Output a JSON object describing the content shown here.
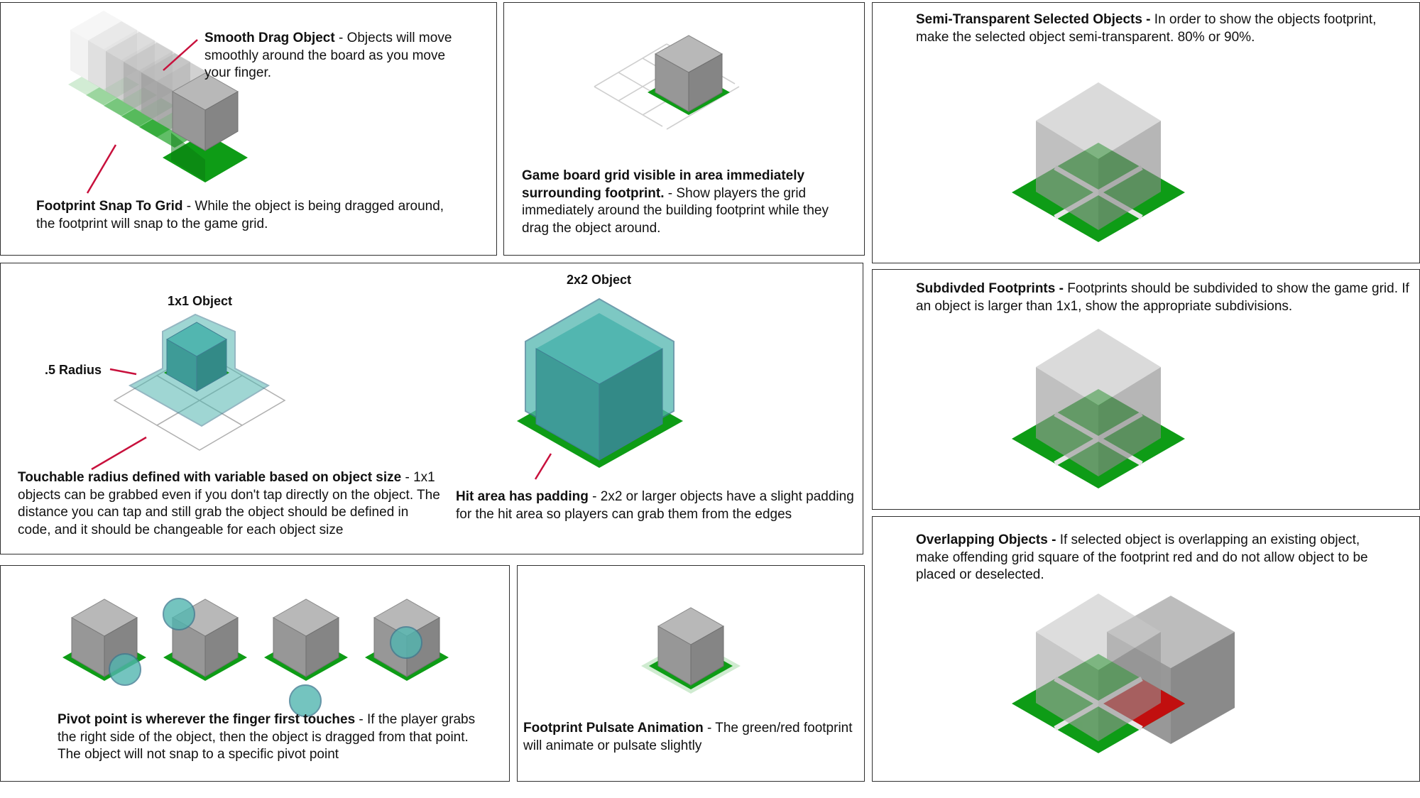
{
  "colors": {
    "green": "#0e9c16",
    "dark_green": "#0a7a10",
    "red": "#c10f0f",
    "teal": "#52b6b0",
    "teal_edge": "#3f7d92",
    "cube_top": "#b8b8b8",
    "cube_left": "#979797",
    "cube_right": "#858585",
    "leader_line": "#c8103c"
  },
  "panels": {
    "smooth_drag": {
      "title": "Smooth Drag Object",
      "body": " - Objects will move smoothly around the board as you move your finger.",
      "snap_title": "Footprint Snap To Grid",
      "snap_body": " - While the object is being dragged around, the footprint will snap to the game grid."
    },
    "grid_visible": {
      "title": "Game board grid visible in area immediately surrounding footprint.",
      "body": " - Show players the grid immediately around the building footprint while they drag the object around."
    },
    "semi_transparent": {
      "title": "Semi-Transparent Selected Objects -",
      "body": " In order to show the objects footprint, make the selected object semi-transparent. 80% or 90%."
    },
    "touch_radius": {
      "label_1x1": "1x1 Object",
      "label_radius": ".5 Radius",
      "label_2x2": "2x2 Object",
      "title": "Touchable radius defined with variable based on object size",
      "body": " - 1x1 objects can be grabbed even if you don't tap directly on the object. The distance you can tap and still grab the object should be defined in code, and it should be changeable for each object size",
      "hit_title": "Hit area has padding",
      "hit_body": " - 2x2 or larger objects have a slight padding for the hit area so players can grab them from the edges"
    },
    "subdivided": {
      "title": "Subdivded Footprints -",
      "body": " Footprints should be subdivided to show the game grid. If an object is larger than 1x1, show the appropriate subdivisions."
    },
    "pivot": {
      "title": "Pivot point is wherever the finger first touches",
      "body": " - If the player grabs the right side of the object, then the object is dragged from that point. The object will not snap to a specific pivot point"
    },
    "pulsate": {
      "title": "Footprint Pulsate Animation",
      "body": " - The green/red footprint will animate or pulsate slightly"
    },
    "overlapping": {
      "title": "Overlapping Objects -",
      "body": " If selected object is overlapping an existing object, make offending grid square of the footprint red and do not allow object to be placed or deselected."
    }
  }
}
